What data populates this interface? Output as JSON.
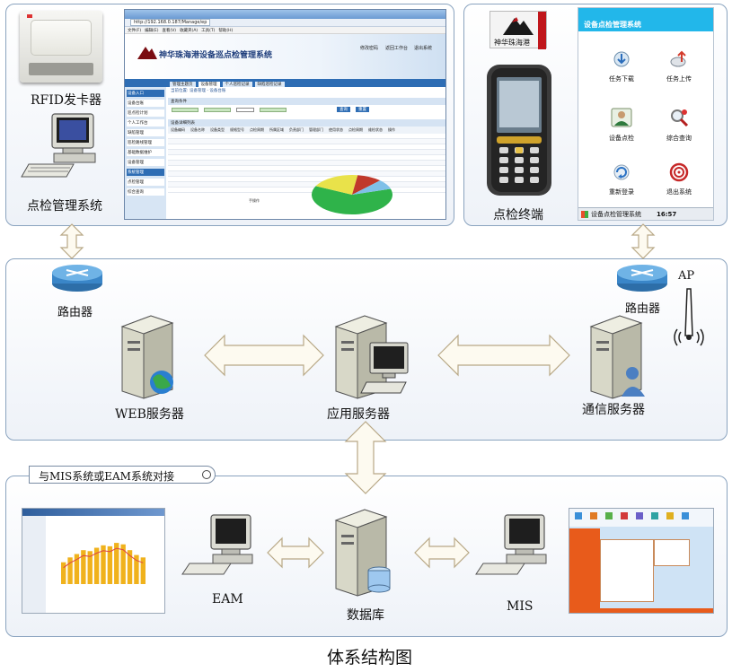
{
  "top_left": {
    "rfid_label": "RFID发卡器",
    "pc_label": "点检管理系统",
    "browser": {
      "address": "http://192.168.0.187/Manage/ep",
      "menu": [
        "文件(F)",
        "编辑(E)",
        "查看(V)",
        "收藏夹(A)",
        "工具(T)",
        "帮助(H)"
      ],
      "app_title": "神华珠海港设备巡点检管理系统",
      "top_links": [
        "修改密码",
        "返回工作台",
        "退出系统"
      ],
      "tabs": [
        "管理主题页",
        "设备管理",
        "个人巡检记录",
        "缺陷巡检记录"
      ],
      "breadcrumb": "当前位置: 设备管理 - 设备台账",
      "sidebar": [
        "设备入口",
        "设备台账",
        "巡点检计划",
        "个人工作台",
        "缺陷管理",
        "巡检路线管理",
        "基础数据维护",
        "设备管理",
        "系统管理",
        "点检管理",
        "综合查询"
      ],
      "filter_section": "查询条件",
      "buttons": [
        "查询",
        "重置"
      ],
      "table_title": "设备详细列表",
      "table_headers": [
        "设备编码",
        "设备名称",
        "设备类型",
        "规格型号",
        "点检周期",
        "所属区域",
        "负责部门",
        "管理部门",
        "使用状态",
        "点检周期",
        "维检状态",
        "操作"
      ],
      "status_text": "手操作"
    }
  },
  "top_right": {
    "logo_text": "神华珠海港",
    "terminal_label": "点检终端",
    "app_title": "设备点检管理系统",
    "icons": [
      {
        "label": "任务下载",
        "icon": "download-icon"
      },
      {
        "label": "任务上传",
        "icon": "upload-icon"
      },
      {
        "label": "设备点检",
        "icon": "inspector-icon"
      },
      {
        "label": "综合查询",
        "icon": "magnifier-icon"
      },
      {
        "label": "重新登录",
        "icon": "relogin-icon"
      },
      {
        "label": "退出系统",
        "icon": "exit-icon"
      }
    ],
    "taskbar_title": "设备点检管理系统",
    "taskbar_time": "16:57"
  },
  "middle": {
    "router_left": "路由器",
    "router_right": "路由器",
    "ap_label": "AP",
    "web_server": "WEB服务器",
    "app_server": "应用服务器",
    "comm_server": "通信服务器"
  },
  "bottom": {
    "tab_label": "与MIS系统或EAM系统对接",
    "eam": "EAM",
    "database": "数据库",
    "mis": "MIS"
  },
  "caption": "体系结构图",
  "chart_data": {
    "type": "pie",
    "title": "",
    "slices": [
      {
        "value": 0.62,
        "color": "#2fb34a"
      },
      {
        "value": 0.2,
        "color": "#e9e24a"
      },
      {
        "value": 0.1,
        "color": "#c0392b"
      },
      {
        "value": 0.08,
        "color": "#7fc0e8"
      }
    ]
  },
  "bar_chart": {
    "type": "bar",
    "values": [
      45,
      55,
      62,
      70,
      68,
      75,
      80,
      78,
      85,
      82,
      70,
      60,
      55
    ]
  },
  "colors": {
    "panel_border": "#8aa3bf",
    "arrow_fill": "#fdfaf0",
    "arrow_stroke": "#b8a886",
    "browser_blue": "#2e6db4",
    "terminal_banner": "#22b7ea"
  }
}
